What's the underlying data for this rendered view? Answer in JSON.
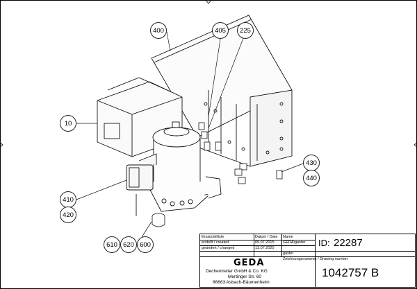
{
  "callouts": [
    {
      "id": "c400",
      "label": "400"
    },
    {
      "id": "c405",
      "label": "405"
    },
    {
      "id": "c225",
      "label": "225"
    },
    {
      "id": "c10",
      "label": "10"
    },
    {
      "id": "c430",
      "label": "430"
    },
    {
      "id": "c440",
      "label": "440"
    },
    {
      "id": "c410",
      "label": "410"
    },
    {
      "id": "c420",
      "label": "420"
    },
    {
      "id": "c610",
      "label": "610"
    },
    {
      "id": "c620",
      "label": "620"
    },
    {
      "id": "c600",
      "label": "600"
    }
  ],
  "title_block": {
    "ersatzteilliste": "Ersatzteilliste",
    "datum_header": "Datum / Date",
    "name_header": "Name",
    "erstellt": "erstellt / created",
    "erstellt_date": "09.07.2015",
    "erstellt_name": "GEDA\\gaster",
    "geaendert": "geändert / changed",
    "geaendert_date": "13.07.2020",
    "geaendert_name": "gaster",
    "id_label": "ID:",
    "id_value": "22287",
    "drawing_label": "Zeichnungsnummer / Drawing number",
    "drawing_number": "1042757 B",
    "logo": "GEDA",
    "company": "Dechentreiter GmbH & Co. KG",
    "street": "Mertinger Str. 60",
    "city": "86663 Asbach-Bäumenheim"
  }
}
